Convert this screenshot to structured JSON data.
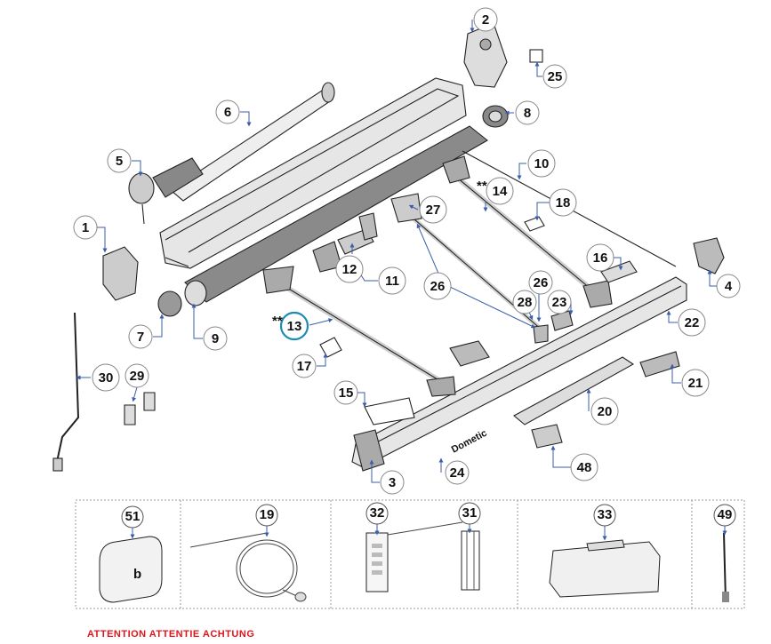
{
  "callouts": [
    {
      "label": "1"
    },
    {
      "label": "2"
    },
    {
      "label": "3"
    },
    {
      "label": "4"
    },
    {
      "label": "5"
    },
    {
      "label": "6"
    },
    {
      "label": "7"
    },
    {
      "label": "8"
    },
    {
      "label": "9"
    },
    {
      "label": "10"
    },
    {
      "label": "11"
    },
    {
      "label": "12"
    },
    {
      "label": "13"
    },
    {
      "label": "14"
    },
    {
      "label": "15"
    },
    {
      "label": "16"
    },
    {
      "label": "17"
    },
    {
      "label": "18"
    },
    {
      "label": "20"
    },
    {
      "label": "21"
    },
    {
      "label": "22"
    },
    {
      "label": "23"
    },
    {
      "label": "24"
    },
    {
      "label": "25"
    },
    {
      "label": "26"
    },
    {
      "label": "26"
    },
    {
      "label": "27"
    },
    {
      "label": "28"
    },
    {
      "label": "29"
    },
    {
      "label": "30"
    },
    {
      "label": "48"
    }
  ],
  "marks": {
    "star13": "**",
    "star14": "**"
  },
  "accessories": [
    {
      "label": "51"
    },
    {
      "label": "19"
    },
    {
      "label": "32"
    },
    {
      "label": "31"
    },
    {
      "label": "33"
    },
    {
      "label": "49"
    }
  ],
  "brand_text": "Dometic",
  "remote_letter": "b",
  "warning_text": "ATTENTION   ATTENTIE   ACHTUNG",
  "colors": {
    "highlight": "#1e8bb4",
    "warning": "#e0141b",
    "line": "#222222",
    "leader": "#3a5ea8"
  }
}
